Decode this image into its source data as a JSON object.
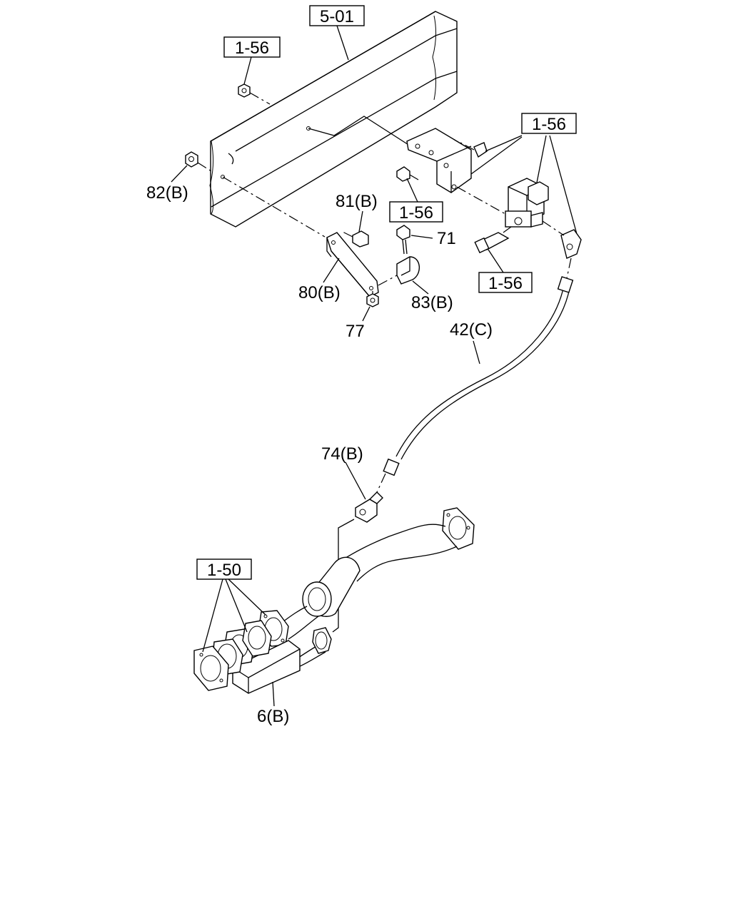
{
  "ref_boxes": {
    "frame_ref": "5-01",
    "nut_ref": "1-56",
    "valve_ref": "1-56",
    "bolt_ref": "1-56",
    "nipple_ref": "1-56",
    "pipe_ref": "1-50"
  },
  "callouts": {
    "nut_82": "82(B)",
    "bolt_81": "81(B)",
    "bolt_71": "71",
    "bracket_80": "80(B)",
    "clip_83": "83(B)",
    "nut_77": "77",
    "hose_42": "42(C)",
    "elbow_74": "74(B)",
    "exhaust_brake_6": "6(B)"
  }
}
